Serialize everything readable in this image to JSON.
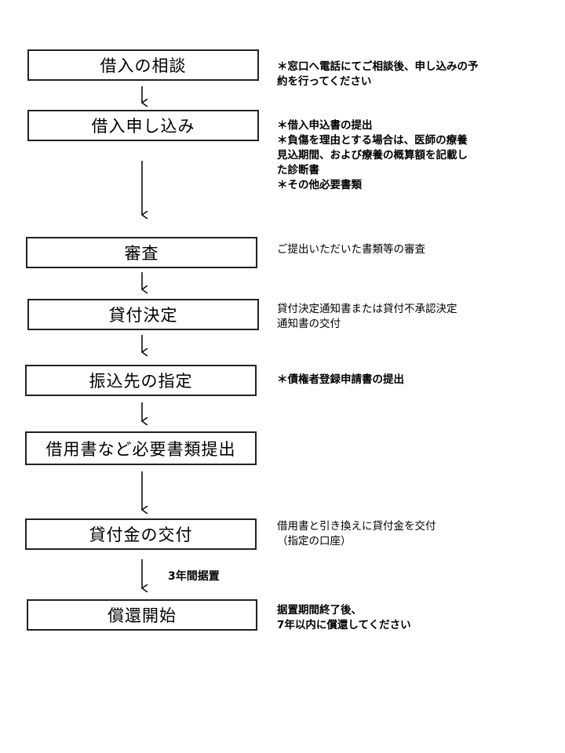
{
  "steps": [
    {
      "label": "借入の相談"
    },
    {
      "label": "借入申し込み"
    },
    {
      "label": "審査"
    },
    {
      "label": "貸付決定"
    },
    {
      "label": "振込先の指定"
    },
    {
      "label": "借用書など必要書類提出"
    },
    {
      "label": "貸付金の交付"
    },
    {
      "label": "償還開始"
    }
  ],
  "notes": {
    "consult": [
      "＊窓口へ電話にてご相談後、申し込みの予",
      "約を行ってください"
    ],
    "apply": [
      "＊借入申込書の提出",
      "＊負傷を理由とする場合は、医師の療養",
      "見込期間、および療養の概算額を記載し",
      "た診断書",
      "＊その他必要書類"
    ],
    "review": [
      "ご提出いただいた書類等の審査"
    ],
    "decision": [
      "貸付決定通知書または貸付不承認決定",
      "通知書の交付"
    ],
    "transfer": [
      "＊債権者登録申請書の提出"
    ],
    "delivery": [
      "借用書と引き換えに貸付金を交付",
      "（指定の口座）"
    ],
    "repayment": [
      "据置期間終了後、",
      "7年以内に償還してください"
    ]
  },
  "deferral_label": "3年間据置"
}
